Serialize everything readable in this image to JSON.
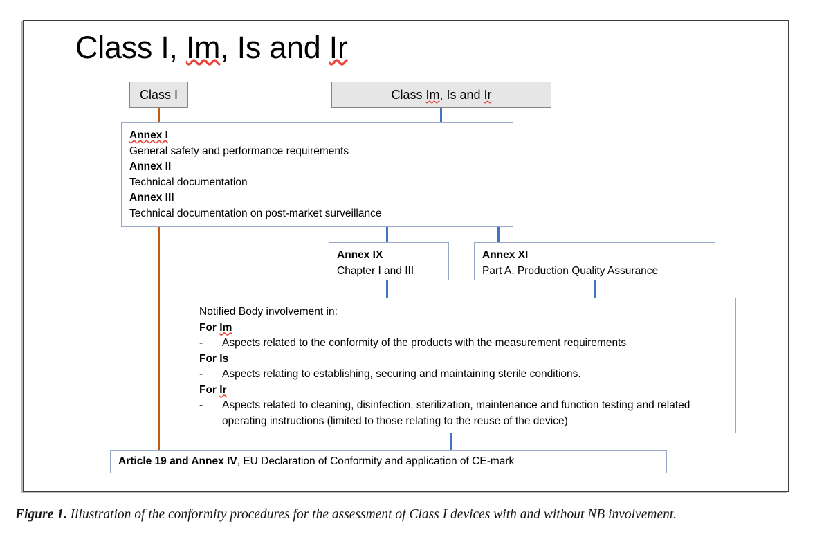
{
  "figure": {
    "title_parts": [
      {
        "text": "Class I, ",
        "spellcheck": false
      },
      {
        "text": "Im",
        "spellcheck": true
      },
      {
        "text": ", Is and ",
        "spellcheck": false
      },
      {
        "text": "Ir",
        "spellcheck": true
      }
    ],
    "title": "Class I, Im, Is and Ir",
    "caption_label": "Figure 1.",
    "caption_text": "Illustration of the conformity procedures for the assessment of Class I devices with and without NB involvement."
  },
  "colors": {
    "grey_box_fill": "#E7E6E6",
    "grey_box_border": "#848484",
    "white_box_border": "#93A9C7",
    "connector_blue": "#4472C4",
    "connector_orange": "#C55A11",
    "frame_border": "#3F3F3F",
    "spellcheck_red": "#E8443A"
  },
  "nodes": {
    "class_i": {
      "label": "Class I"
    },
    "class_im_is_ir": {
      "label_prefix": "Class ",
      "label_im": "Im",
      "label_mid": ", Is and ",
      "label_ir": "Ir",
      "label": "Class Im, Is and Ir"
    },
    "annex_group": {
      "annex_i_title": "Annex I",
      "annex_i_text": "General safety and performance requirements",
      "annex_ii_title": "Annex II",
      "annex_ii_text": "Technical documentation",
      "annex_iii_title": "Annex III",
      "annex_iii_text": "Technical documentation on post-market surveillance"
    },
    "annex_ix": {
      "title": "Annex IX",
      "text": "Chapter I and III"
    },
    "annex_xi": {
      "title": "Annex XI",
      "text": "Part A, Production Quality Assurance"
    },
    "notified_body": {
      "heading": "Notified Body involvement in:",
      "groups": [
        {
          "label_prefix": "For ",
          "label_code": "Im",
          "label": "For Im",
          "dash": "-",
          "bullet": "Aspects related to the conformity of the products with the measurement requirements"
        },
        {
          "label_prefix": "For ",
          "label_code": "Is",
          "label": "For Is",
          "dash": "-",
          "bullet": "Aspects relating to establishing, securing and maintaining sterile conditions."
        },
        {
          "label_prefix": "For ",
          "label_code": "Ir",
          "label": "For Ir",
          "dash": "-",
          "bullet_a": "Aspects related to cleaning, disinfection, sterilization, maintenance and function testing and",
          "bullet_b_pre": "related operating instructions (",
          "bullet_b_underlined": "limited to",
          "bullet_b_post": " those relating to the reuse of the device)",
          "bullet": "Aspects related to cleaning, disinfection, sterilization, maintenance and function testing and related operating instructions (limited to those relating to the reuse of the device)"
        }
      ]
    },
    "article_19": {
      "bold_part": "Article 19 and Annex IV",
      "rest_part": ", EU Declaration of Conformity and application of CE-mark",
      "label": "Article 19 and Annex IV, EU Declaration of Conformity and application of CE-mark"
    }
  }
}
